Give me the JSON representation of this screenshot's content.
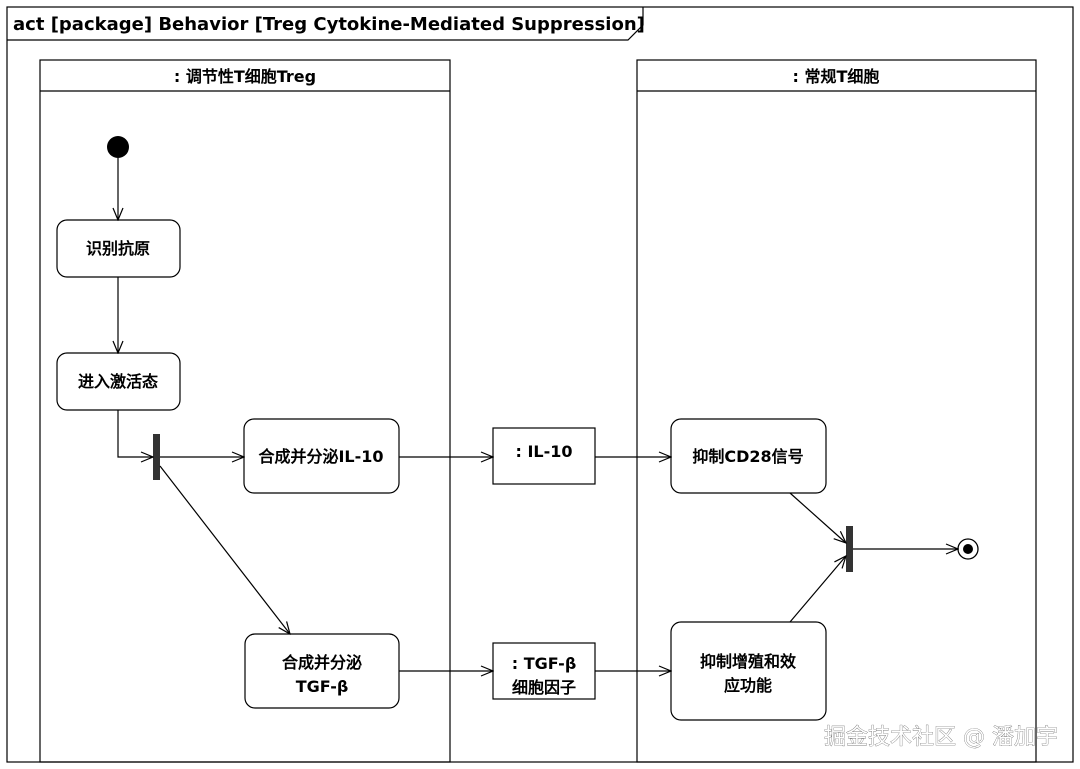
{
  "frame": {
    "title": "act [package] Behavior [Treg Cytokine-Mediated Suppression]"
  },
  "lanes": {
    "treg": {
      "title": ": 调节性T细胞Treg"
    },
    "tcell": {
      "title": ": 常规T细胞"
    }
  },
  "actions": {
    "recognize": {
      "line1": "识别抗原"
    },
    "activate": {
      "line1": "进入激活态"
    },
    "il10": {
      "line1": "合成并分泌IL-10"
    },
    "tgfb": {
      "line1": "合成并分泌",
      "line2": "TGF-β"
    },
    "cd28": {
      "line1": "抑制CD28信号"
    },
    "prolif": {
      "line1": "抑制增殖和效",
      "line2": "应功能"
    }
  },
  "objects": {
    "il10": {
      "line1": ": IL-10"
    },
    "tgfb": {
      "line1": ": TGF-β",
      "line2": "细胞因子"
    }
  },
  "watermark": {
    "text": "掘金技术社区 @ 潘加宇"
  }
}
